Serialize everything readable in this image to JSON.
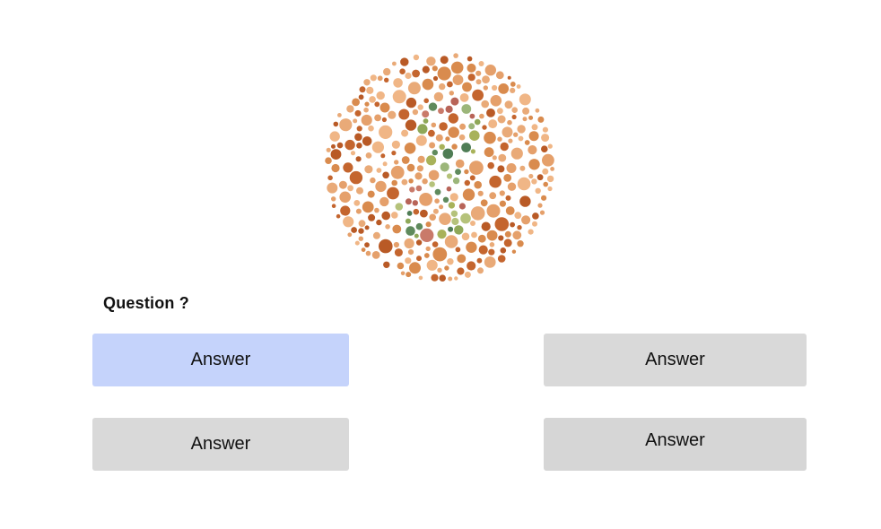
{
  "plate": {
    "image": "ishihara-color-blindness-plate",
    "colors": {
      "background_dots": [
        "#e5a06b",
        "#d98b4e",
        "#c4652e",
        "#f0b686",
        "#b95a26",
        "#e9aa78"
      ],
      "figure_dots": [
        "#a8b25a",
        "#8fa858",
        "#5f8a5c",
        "#4f7d55",
        "#b5c27a",
        "#9cb67a",
        "#c97a6a",
        "#b86458"
      ]
    }
  },
  "question": {
    "text": "Question ?"
  },
  "answers": [
    {
      "label": "Answer",
      "selected": true
    },
    {
      "label": "Answer",
      "selected": false
    },
    {
      "label": "Answer",
      "selected": false
    },
    {
      "label": "Answer",
      "selected": false
    }
  ],
  "colors": {
    "selected_bg": "#c5d3fb",
    "button_bg": "#d9d9d9"
  }
}
